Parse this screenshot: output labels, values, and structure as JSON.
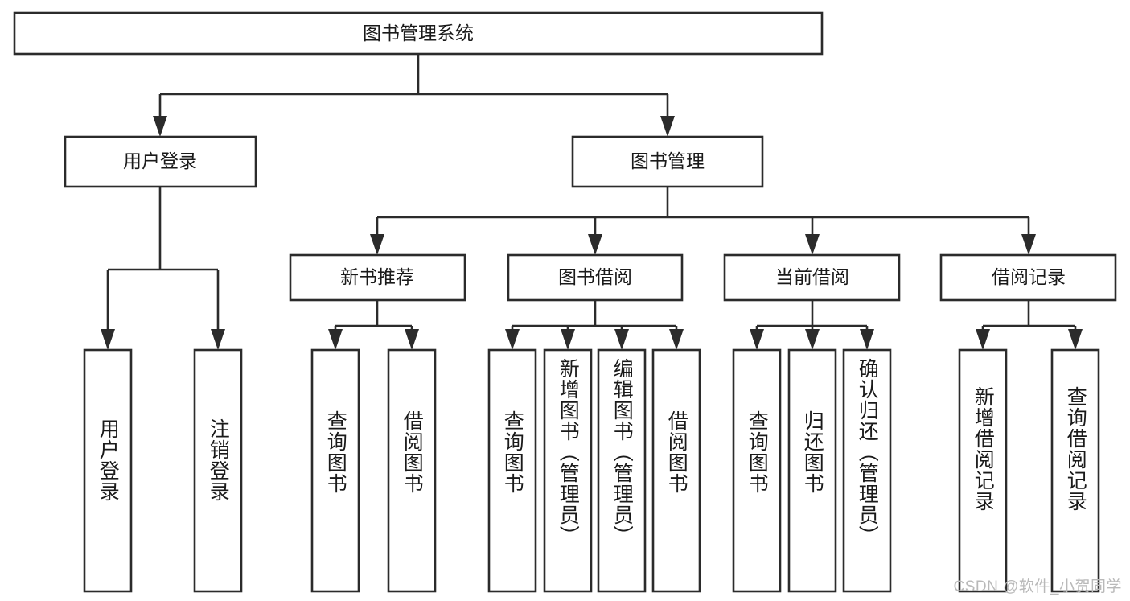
{
  "diagram": {
    "type": "tree-hierarchy",
    "title": "图书管理系统",
    "orientation": "top-down",
    "colors": {
      "box_fill": "#ffffff",
      "box_stroke": "#2b2b2b",
      "text": "#1a1a1a",
      "background": "#ffffff",
      "watermark": "#b9b9b9"
    },
    "root": {
      "label": "图书管理系统"
    },
    "level1": [
      {
        "label": "用户登录"
      },
      {
        "label": "图书管理"
      }
    ],
    "level2": [
      {
        "label": "新书推荐"
      },
      {
        "label": "图书借阅"
      },
      {
        "label": "当前借阅"
      },
      {
        "label": "借阅记录"
      }
    ],
    "leaves": {
      "user_login": [
        {
          "label": "用户登录"
        },
        {
          "label": "注销登录"
        }
      ],
      "new_book_recommend": [
        {
          "label": "查询图书"
        },
        {
          "label": "借阅图书"
        }
      ],
      "book_borrow": [
        {
          "label": "查询图书"
        },
        {
          "label": "新增图书（管理员）"
        },
        {
          "label": "编辑图书（管理员）"
        },
        {
          "label": "借阅图书"
        }
      ],
      "current_borrow": [
        {
          "label": "查询图书"
        },
        {
          "label": "归还图书"
        },
        {
          "label": "确认归还（管理员）"
        }
      ],
      "borrow_record": [
        {
          "label": "新增借阅记录"
        },
        {
          "label": "查询借阅记录"
        }
      ]
    }
  },
  "watermark": {
    "text": "CSDN @软件_小贺同学"
  }
}
